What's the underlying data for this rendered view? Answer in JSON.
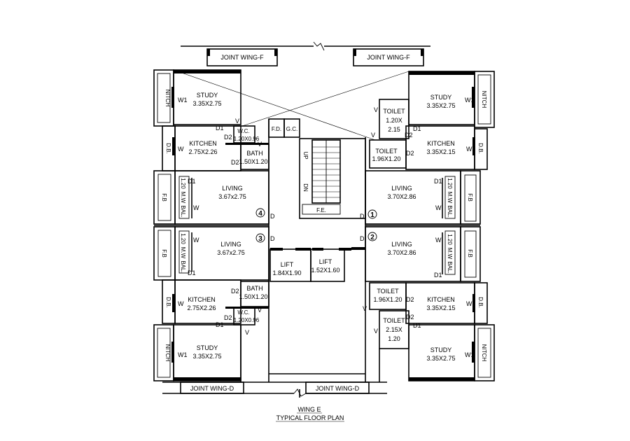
{
  "wings": {
    "top_left": "JOINT WING-F",
    "top_right": "JOINT WING-F",
    "bottom_left": "JOINT WING-D",
    "bottom_right": "JOINT WING-D"
  },
  "rooms": {
    "tl_study": [
      "STUDY",
      "3.35X2.75"
    ],
    "tl_kitchen": [
      "KITCHEN",
      "2.75X2.26"
    ],
    "tl_living": [
      "LIVING",
      "3.67x2.75"
    ],
    "tl_wc": [
      "W.C.",
      "1.20X0.96"
    ],
    "tl_bath": [
      "BATH",
      "1.50X1.20"
    ],
    "bl_living": [
      "LIVING",
      "3.67x2.75"
    ],
    "bl_kitchen": [
      "KITCHEN",
      "2.75X2.26"
    ],
    "bl_study": [
      "STUDY",
      "3.35X2.75"
    ],
    "bl_bath": [
      "BATH",
      "1.50X1.20"
    ],
    "bl_wc": [
      "W.C.",
      "1.20X0.96"
    ],
    "tr_study": [
      "STUDY",
      "3.35X2.75"
    ],
    "tr_toilet1": [
      "TOILET",
      "1.20X",
      "2.15"
    ],
    "tr_toilet2": [
      "TOILET",
      "1.96X1.20"
    ],
    "tr_kitchen": [
      "KITCHEN",
      "3.35X2.15"
    ],
    "tr_living": [
      "LIVING",
      "3.70X2.86"
    ],
    "br_living": [
      "LIVING",
      "3.70X2.86"
    ],
    "br_toilet1": [
      "TOILET",
      "1.96X1.20"
    ],
    "br_kitchen": [
      "KITCHEN",
      "3.35X2.15"
    ],
    "br_toilet2": [
      "TOILET",
      "2.15X",
      "1.20"
    ],
    "br_study": [
      "STUDY",
      "3.35X2.75"
    ],
    "lift1": [
      "LIFT",
      "1.84X1.90"
    ],
    "lift2": [
      "LIFT",
      "1.52X1.60"
    ]
  },
  "side_labels": {
    "nitch": "NITCH",
    "db": "D.B.",
    "fb": "F.B",
    "balcony": [
      "1.20",
      "M.W",
      "BAL."
    ]
  },
  "core": {
    "fd": "F.D.",
    "gc": "G.C.",
    "up": "UP",
    "dn": "DN",
    "fe": "F.E."
  },
  "tags": {
    "D": "D",
    "D1": "D1",
    "D2": "D2",
    "W": "W",
    "W1": "W1",
    "V": "V"
  },
  "flat_numbers": [
    "1",
    "2",
    "3",
    "4"
  ],
  "caption": {
    "title": "WING E",
    "subtitle": "TYPICAL FLOOR PLAN"
  }
}
